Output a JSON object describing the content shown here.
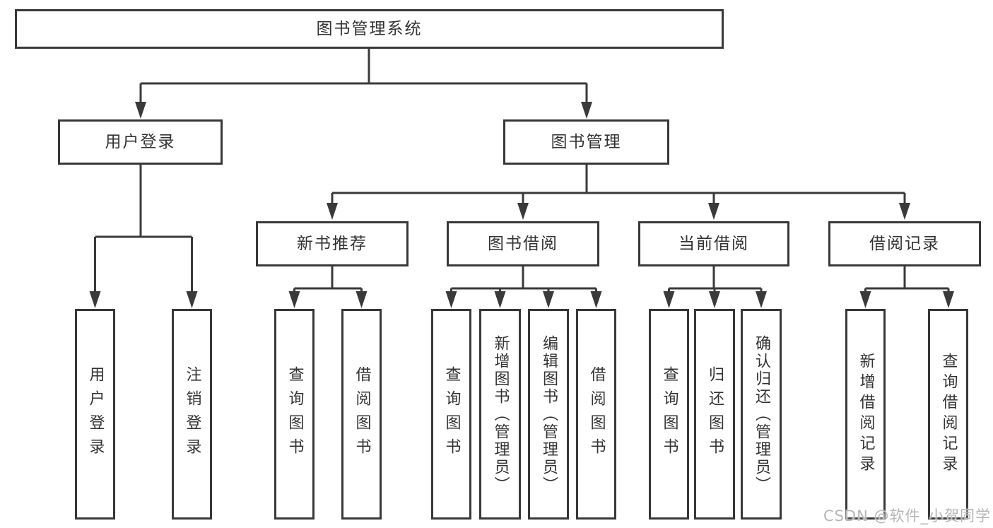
{
  "tree": {
    "label": "图书管理系统",
    "children": [
      {
        "label": "用户登录",
        "children": [
          {
            "label": "用户登录"
          },
          {
            "label": "注销登录"
          }
        ]
      },
      {
        "label": "图书管理",
        "children": [
          {
            "label": "新书推荐",
            "children": [
              {
                "label": "查询图书"
              },
              {
                "label": "借阅图书"
              }
            ]
          },
          {
            "label": "图书借阅",
            "children": [
              {
                "label": "查询图书"
              },
              {
                "label": "新增图书（管理员）"
              },
              {
                "label": "编辑图书（管理员）"
              },
              {
                "label": "借阅图书"
              }
            ]
          },
          {
            "label": "当前借阅",
            "children": [
              {
                "label": "查询图书"
              },
              {
                "label": "归还图书"
              },
              {
                "label": "确认归还（管理员）"
              }
            ]
          },
          {
            "label": "借阅记录",
            "children": [
              {
                "label": "新增借阅记录"
              },
              {
                "label": "查询借阅记录"
              }
            ]
          }
        ]
      }
    ]
  },
  "watermark": {
    "text": "CSDN @软件_小贺同学"
  },
  "colors": {
    "line": "#3a3a3a",
    "border": "#383838",
    "text": "#333333",
    "watermark": "#b6b6b6",
    "background": "#ffffff"
  }
}
